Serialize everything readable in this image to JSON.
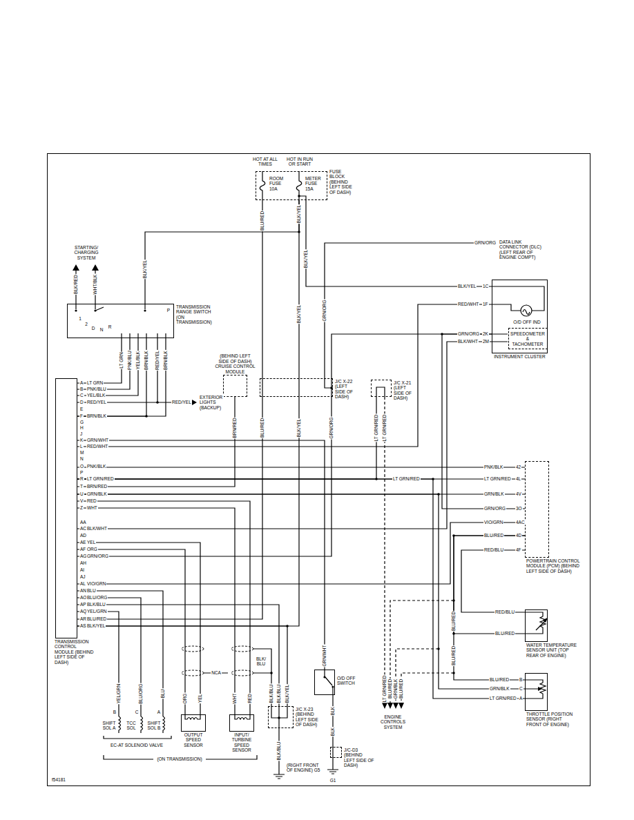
{
  "diagram": {
    "nodes": [
      {
        "text": [
          "ROOM FUSE 10A",
          "METER FUSE 15A",
          "FUSE BLOCK (BEHIND LEFT SIDE OF DASH)"
        ]
      },
      {
        "text": [
          "TRANSMISSION RANGE SWITCH (ON TRANSMISSION)"
        ]
      },
      {
        "text": [
          "TRANSMISSION CONTROL MODULE (BEHIND LEFT SIDE OF DASH)"
        ]
      },
      {
        "text": [
          "(BEHIND LEFT SIDE OF DASH) CRUISE CONTROL MODULE"
        ]
      },
      {
        "text": [
          "J/C X-22 (LEFT SIDE OF DASH)"
        ]
      },
      {
        "text": [
          "J/C X-21 (LEFT SIDE OF DASH)"
        ]
      },
      {
        "text": [
          "O/D OFF IND",
          "INSTRUMENT CLUSTER"
        ]
      },
      {
        "text": [
          "SPEEDOMETER & TACHOMETER"
        ],
        "in": 6
      },
      {
        "text": [
          "POWERTRAIN CONTROL MODULE (PCM) (BEHIND LEFT SIDE OF DASH)"
        ]
      },
      {
        "text": [
          "WATER TEMPERATURE SENSOR UNIT (TOP REAR OF ENGINE)"
        ]
      },
      {
        "text": [
          "THROTTLE POSITION SENSOR (RIGHT FRONT OF ENGINE)"
        ]
      },
      {
        "text": [
          "OUTPUT SPEED SENSOR"
        ]
      },
      {
        "text": [
          "INPUT/ TURBINE SPEED SENSOR"
        ]
      },
      {
        "text": [
          "J/C X-23 (BEHIND LEFT SIDE OF DASH)"
        ]
      },
      {
        "text": [
          "O/D OFF SWITCH"
        ]
      },
      {
        "text": [
          "J/C-D3 (BEHIND LEFT SIDE OF DASH)"
        ]
      }
    ],
    "edges": [
      {
        "from": 0,
        "to": 4,
        "arrow": "none",
        "label": "BLU/RED"
      },
      {
        "from": 0,
        "to": 4,
        "arrow": "none",
        "label": "BLK/YEL"
      },
      {
        "from": 0,
        "to": 6,
        "arrow": "none",
        "label": "BLK/YEL"
      },
      {
        "from": 1,
        "to": 0,
        "arrow": "none",
        "label": "BLK/YEL"
      },
      {
        "from": 2,
        "to": 1,
        "arrow": "none",
        "label": "LT GRN"
      },
      {
        "from": 2,
        "to": 1,
        "arrow": "none",
        "label": "PNK/BLU"
      },
      {
        "from": 2,
        "to": 1,
        "arrow": "none",
        "label": "YEL/BLK"
      },
      {
        "from": 2,
        "to": 1,
        "arrow": "none",
        "label": "RED/YEL"
      },
      {
        "from": 2,
        "to": 1,
        "arrow": "none",
        "label": "BRN/BLK"
      },
      {
        "from": 2,
        "to": 1,
        "arrow": "none",
        "label": "BRN/BLK"
      },
      {
        "from": 2,
        "to": 4,
        "arrow": "none",
        "label": "BLU/RED"
      },
      {
        "from": 2,
        "to": 4,
        "arrow": "none",
        "label": "BLK/YEL"
      },
      {
        "from": 2,
        "to": 4,
        "arrow": "none",
        "label": "GRN/ORG"
      },
      {
        "from": 2,
        "to": 3,
        "arrow": "none",
        "label": "BRN/RED"
      },
      {
        "from": 2,
        "to": 5,
        "arrow": "none",
        "label": "LT GRN/RED"
      },
      {
        "from": 2,
        "to": 6,
        "arrow": "none",
        "label": "RED/WHT"
      },
      {
        "from": 2,
        "to": 6,
        "arrow": "none",
        "label": "BLK/WHT"
      },
      {
        "from": 2,
        "to": 8,
        "arrow": "none",
        "label": "PNK/BLK"
      },
      {
        "from": 2,
        "to": 8,
        "arrow": "none",
        "label": "LT GRN/RED"
      },
      {
        "from": 2,
        "to": 8,
        "arrow": "none",
        "label": "GRN/BLK"
      },
      {
        "from": 2,
        "to": 8,
        "arrow": "none",
        "label": "VIO/GRN"
      },
      {
        "from": 2,
        "to": 14,
        "arrow": "none",
        "label": "GRN/WHT"
      },
      {
        "from": 2,
        "to": 11,
        "arrow": "none",
        "label": "YEL"
      },
      {
        "from": 2,
        "to": 11,
        "arrow": "none",
        "label": "ORG"
      },
      {
        "from": 2,
        "to": 12,
        "arrow": "none",
        "label": "RED"
      },
      {
        "from": 2,
        "to": 12,
        "arrow": "none",
        "label": "WHT"
      },
      {
        "from": 2,
        "to": 13,
        "arrow": "none",
        "label": "BLK/BLU"
      },
      {
        "from": 2,
        "to": 13,
        "arrow": "none",
        "label": "BLK/YEL"
      },
      {
        "from": 4,
        "to": 6,
        "arrow": "none",
        "label": "GRN/ORG"
      },
      {
        "from": 8,
        "to": 6,
        "arrow": "none",
        "label": "GRN/ORG"
      },
      {
        "from": 8,
        "to": 9,
        "arrow": "none",
        "label": "RED/BLU"
      },
      {
        "from": 8,
        "to": 9,
        "arrow": "none",
        "label": "BLU/RED"
      },
      {
        "from": 8,
        "to": 10,
        "arrow": "none",
        "label": "BLU/RED"
      },
      {
        "from": 2,
        "to": 10,
        "arrow": "none",
        "label": "LT GRN/RED"
      },
      {
        "from": 2,
        "to": 10,
        "arrow": "none",
        "label": "GRN/BLK"
      },
      {
        "from": 14,
        "to": 15,
        "arrow": "none",
        "label": "BLK"
      }
    ],
    "labels": [
      "HOT AT ALL TIMES",
      "HOT IN RUN OR START",
      "STARTING/ CHARGING SYSTEM",
      "BLK/RED",
      "WHT/BLK",
      "1",
      "2",
      "D",
      "N",
      "R",
      "P",
      "BLK/YEL",
      "BLK/YEL",
      "GRN/ORG",
      "GRN/ORG",
      "DATA LINK CONNECTOR (DLC) (LEFT REAR OF ENGINE COMPT)",
      "1C",
      "1F",
      "2K",
      "2M",
      "EXTERIOR LIGHTS (BACKUP)",
      "RED/YEL",
      "A",
      "LT GRN",
      "B",
      "PNK/BLU",
      "C",
      "YEL/BLK",
      "D",
      "RED/YEL",
      "E",
      "F",
      "BRN/BLK",
      "G",
      "H",
      "J",
      "K",
      "GRN/WHT",
      "L",
      "RED/WHT",
      "M",
      "N",
      "O",
      "PNK/BLK",
      "P",
      "R",
      "LT GRN/RED",
      "T",
      "BRN/RED",
      "U",
      "GRN/BLK",
      "V",
      "RED",
      "Z",
      "WHT",
      "AA",
      "AC",
      "BLK/WHT",
      "AD",
      "AE",
      "YEL",
      "AF",
      "ORG",
      "AG",
      "GRN/ORG",
      "AH",
      "AI",
      "AJ",
      "AL",
      "VIO/GRN",
      "AN",
      "BLU",
      "AO",
      "BLU/ORG",
      "AP",
      "BLK/BLU",
      "AQ",
      "YEL/GRN",
      "AR",
      "BLU/RED",
      "AS",
      "BLK/YEL",
      "LT GRN/RED",
      "LT GRN/RED",
      "42",
      "4L",
      "4V",
      "3O",
      "4AC",
      "4D",
      "4F",
      "RED/BLU",
      "BLU/RED",
      "BLU/RED",
      "BLU/RED",
      "B",
      "C",
      "A",
      "LT GRN/RED",
      "BLU/RED",
      "GRN/BLK",
      "BLU/RED",
      "ENGINE CONTROLS SYSTEM",
      "YEL/GRN",
      "BLU/ORG",
      "BLU",
      "B",
      "C",
      "A",
      "SHIFT SOL A",
      "TCC SOL",
      "SHIFT SOL B",
      "EC-AT SOLENOID VALVE",
      "(ON TRANSMISSION)",
      "NCA",
      "BLK/ BLU",
      "BLK/BLU",
      "BLK/BLU",
      "(RIGHT FRONT OF ENGINE) G5",
      "BLK",
      "G1",
      "f54181"
    ]
  }
}
